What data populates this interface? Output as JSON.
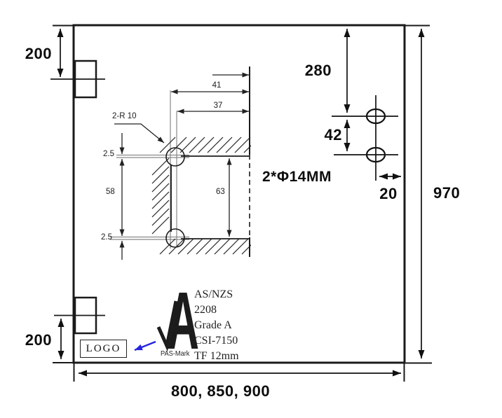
{
  "dims": {
    "hinge_top_offset": "200",
    "hinge_bottom_offset": "200",
    "hole_top_offset": "280",
    "hole_spacing": "42",
    "hole_edge_offset": "20",
    "panel_height": "970",
    "panel_widths": "800, 850, 900",
    "holes_label": "2*Φ14MM"
  },
  "detail": {
    "depth_outer": "41",
    "depth_inner": "37",
    "corner_radius": "2-R 10",
    "offset_top": "2.5",
    "offset_bottom": "2.5",
    "height_inner": "58",
    "height_outer": "63"
  },
  "logo": {
    "placeholder": "LOGO"
  },
  "certification": {
    "mark_letter": "A",
    "mark_name": "PAS-Mark",
    "lines": [
      "AS/NZS",
      "2208",
      "Grade A",
      "CSI-7150",
      "TF 12mm"
    ]
  },
  "colors": {
    "line": "#1a1a1a",
    "construction": "#888888",
    "accent_arrow": "#2424e0"
  }
}
